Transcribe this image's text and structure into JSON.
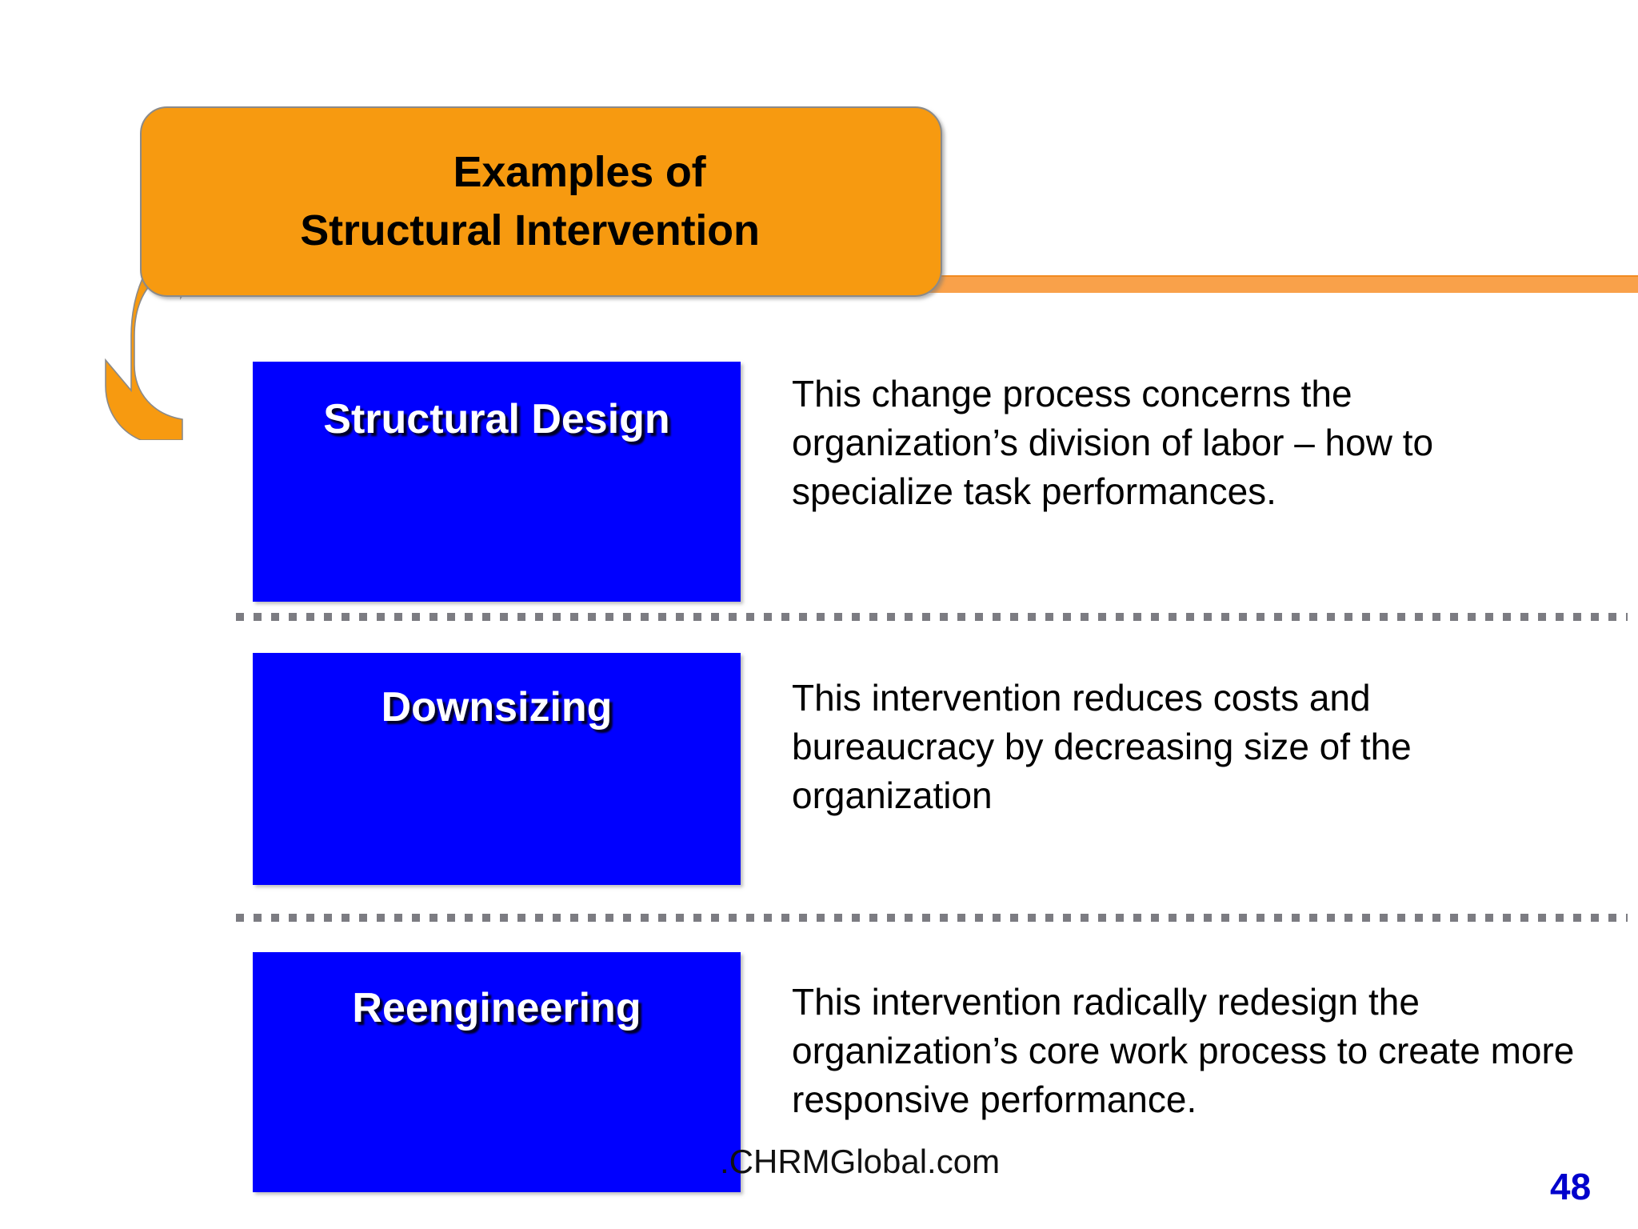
{
  "slide": {
    "title_line_1": "Examples of",
    "title_line_2": "Structural Intervention",
    "page_number": "48",
    "watermark": ".CHRMGlobal.com",
    "colors": {
      "banner_orange": "#F79A10",
      "rule_orange": "#F9A14A",
      "label_blue": "#0000FF",
      "label_text": "#FFFFFF",
      "page_number_blue": "#0000CC",
      "dotted_gray": "#7C7C82",
      "body_text": "#000000",
      "background": "#FFFFFF"
    },
    "rows": [
      {
        "label": "Structural Design",
        "description": "This change process concerns the organization’s division of labor – how to specialize task performances."
      },
      {
        "label": "Downsizing",
        "description": "This intervention reduces costs and bureaucracy by decreasing size of the organization"
      },
      {
        "label": "Reengineering",
        "description": "This intervention radically redesign the organization’s core work process to create more responsive performance."
      }
    ]
  }
}
